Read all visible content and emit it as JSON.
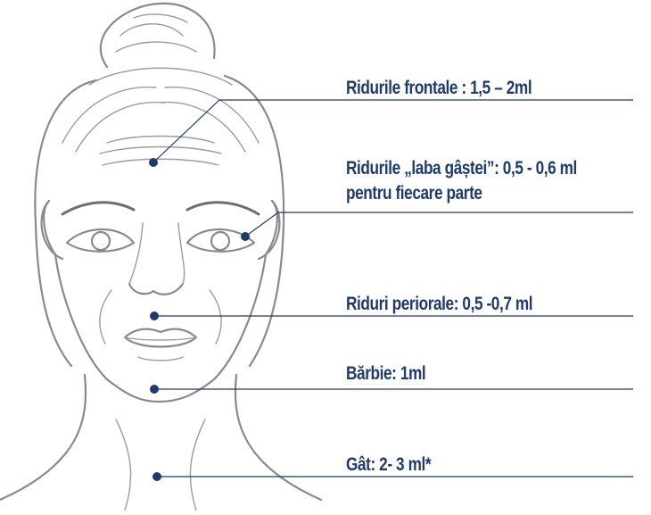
{
  "annotations": [
    {
      "id": "forehead",
      "text": "Ridurile frontale : 1,5 – 2ml"
    },
    {
      "id": "crows-feet",
      "text": "Ridurile „laba gâștei”:  0,5 - 0,6 ml",
      "text2": "pentru fiecare parte"
    },
    {
      "id": "perioral",
      "text": "Riduri periorale: 0,5 -0,7 ml"
    },
    {
      "id": "chin",
      "text": "Bărbie: 1ml"
    },
    {
      "id": "neck",
      "text": "Gât: 2- 3 ml*"
    }
  ],
  "colors": {
    "accent": "#1f3a6e",
    "sketch": "#8a8a8a"
  }
}
